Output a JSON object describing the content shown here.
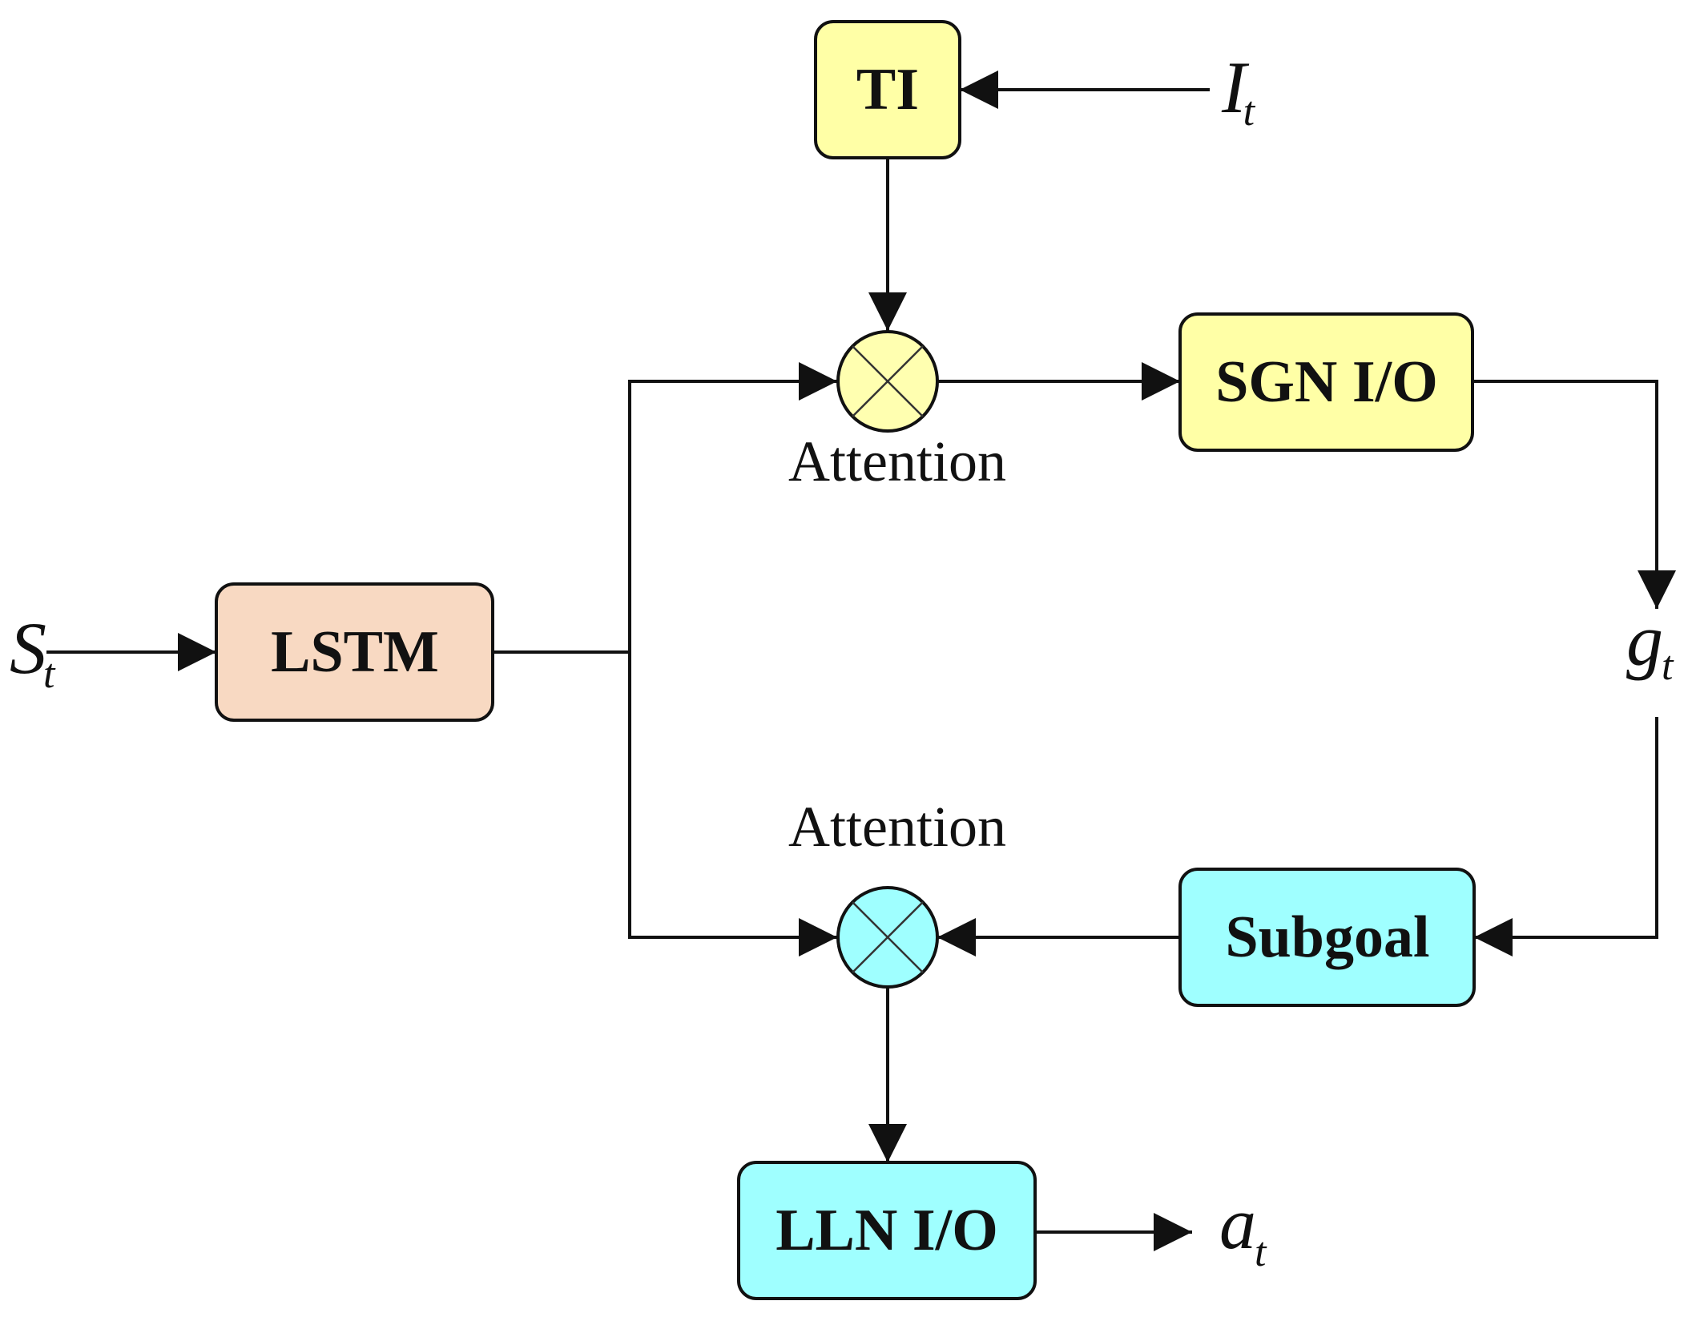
{
  "diagram": {
    "boxes": {
      "ti": {
        "label": "TI",
        "fill": "#FFFFA6"
      },
      "sgn": {
        "label": "SGN I/O",
        "fill": "#FFFFA6"
      },
      "lstm": {
        "label": "LSTM",
        "fill": "#F8D9C2"
      },
      "subgoal": {
        "label": "Subgoal",
        "fill": "#9FFFFF"
      },
      "lln": {
        "label": "LLN I/O",
        "fill": "#9FFFFF"
      }
    },
    "nodes": {
      "attention_top": {
        "label": "Attention",
        "fill": "#FFFFB0"
      },
      "attention_bottom": {
        "label": "Attention",
        "fill": "#9FFFFF"
      }
    },
    "variables": {
      "it": {
        "main": "I",
        "sub": "t"
      },
      "st": {
        "main": "S",
        "sub": "t"
      },
      "gt": {
        "main": "g",
        "sub": "t"
      },
      "at": {
        "main": "a",
        "sub": "t"
      }
    }
  }
}
